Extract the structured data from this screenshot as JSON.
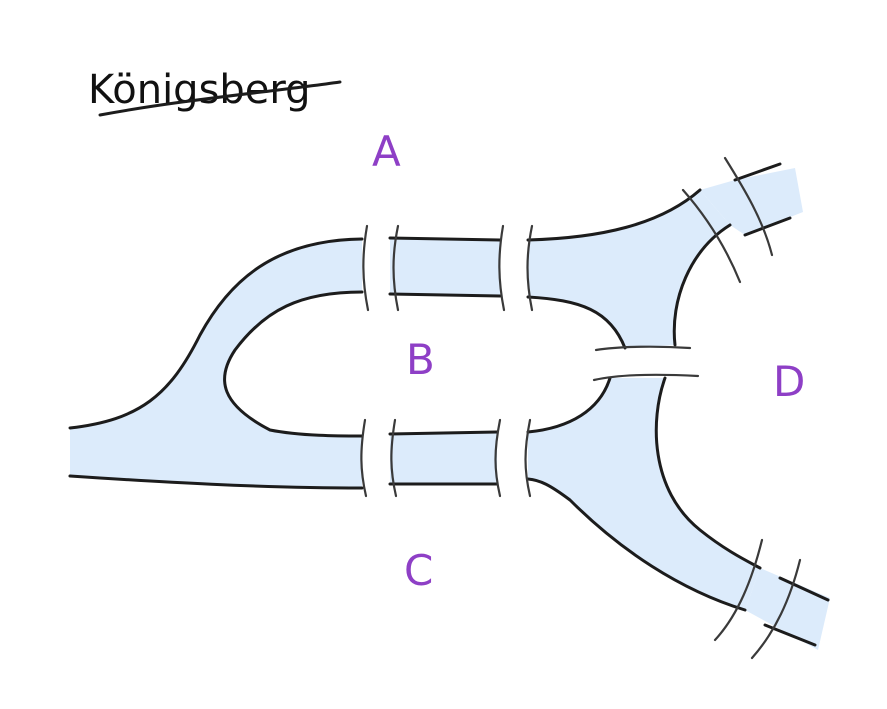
{
  "title": "Königsberg",
  "landmasses": [
    "A",
    "B",
    "C",
    "D"
  ],
  "colors": {
    "river": "#dcebfb",
    "bank": "#1c1c1c",
    "label": "#8e3fc6",
    "bridge": "#3a3a3a"
  }
}
